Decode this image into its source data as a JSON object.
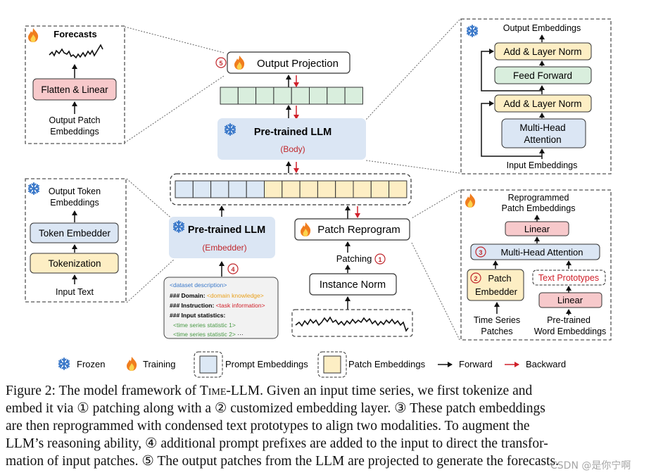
{
  "diagram": {
    "forecast_panel": {
      "title": "Forecasts",
      "box": "Flatten & Linear",
      "input": [
        "Output Patch",
        "Embeddings"
      ]
    },
    "output_projection": {
      "step": "⑤",
      "label": "Output Projection"
    },
    "llm_body": {
      "title": "Pre-trained LLM",
      "sub": "(Body)"
    },
    "llm_embedder": {
      "title": "Pre-trained LLM",
      "sub": "(Embedder)"
    },
    "patch_reprogram": {
      "label": "Patch Reprogram"
    },
    "patching": {
      "label": "Patching",
      "step": "①"
    },
    "instance_norm": {
      "label": "Instance Norm"
    },
    "prompt_step": "④",
    "token_panel": {
      "output": [
        "Output Token",
        "Embeddings"
      ],
      "embedder": "Token Embedder",
      "tokenization": "Tokenization",
      "input": "Input Text"
    },
    "transformer_panel": {
      "output": "Output Embeddings",
      "addnorm_top": "Add & Layer Norm",
      "ffn": "Feed Forward",
      "addnorm_bottom": "Add & Layer Norm",
      "mha": [
        "Multi-Head",
        "Attention"
      ],
      "input": "Input Embeddings"
    },
    "reprogram_panel": {
      "output": [
        "Reprogrammed",
        "Patch Embeddings"
      ],
      "linear_top": "Linear",
      "mha_step": "③",
      "mha": "Multi-Head Attention",
      "patch_step": "②",
      "patch_embedder": [
        "Patch",
        "Embedder"
      ],
      "text_prototypes": "Text Prototypes",
      "linear_bottom": "Linear",
      "ts_input": [
        "Time Series",
        "Patches"
      ],
      "word_input": [
        "Pre-trained",
        "Word Embeddings"
      ]
    },
    "prompt_card": {
      "line1": "<dataset description>",
      "line2_key": "### Domain: ",
      "line2_val": "<domain knowledge>",
      "line3_key": "### Instruction: ",
      "line3_val": "<task information>",
      "line4": "### Input statistics:",
      "line5": "<time series statistic 1>",
      "line6": "<time series statistic 2>",
      "line6_dots": " ···"
    },
    "legend": {
      "frozen": "Frozen",
      "training": "Training",
      "prompt": "Prompt Embeddings",
      "patch": "Patch Embeddings",
      "forward": "Forward",
      "backward": "Backward"
    }
  },
  "caption": {
    "l1a": "Figure 2: The model framework of ",
    "l1b": "Time-LLM",
    "l1c": ". Given an input time series, we first tokenize and",
    "l2": "embed it via ① patching along with a ② customized embedding layer. ③ These patch embeddings",
    "l3": "are then reprogrammed with condensed text prototypes to align two modalities. To augment the",
    "l4": "LLM’s reasoning ability, ④ additional prompt prefixes are added to the input to direct the transfor-",
    "l5": "mation of input patches. ⑤ The output patches from the LLM are projected to generate the forecasts."
  },
  "watermark": "CSDN @是你宁啊",
  "colors": {
    "frozen_box": "#dbe6f4",
    "prompt_cell": "#dce8f5",
    "patch_cell": "#fdeec4",
    "output_cell": "#d9eedd",
    "red_box": "#f7c9cb",
    "yellow_box": "#fdeec4",
    "green_box": "#d9eedd",
    "step": "#c0282d",
    "backward": "#d0202a",
    "snow": "#3a78c9",
    "flame": "#f07d1e"
  }
}
